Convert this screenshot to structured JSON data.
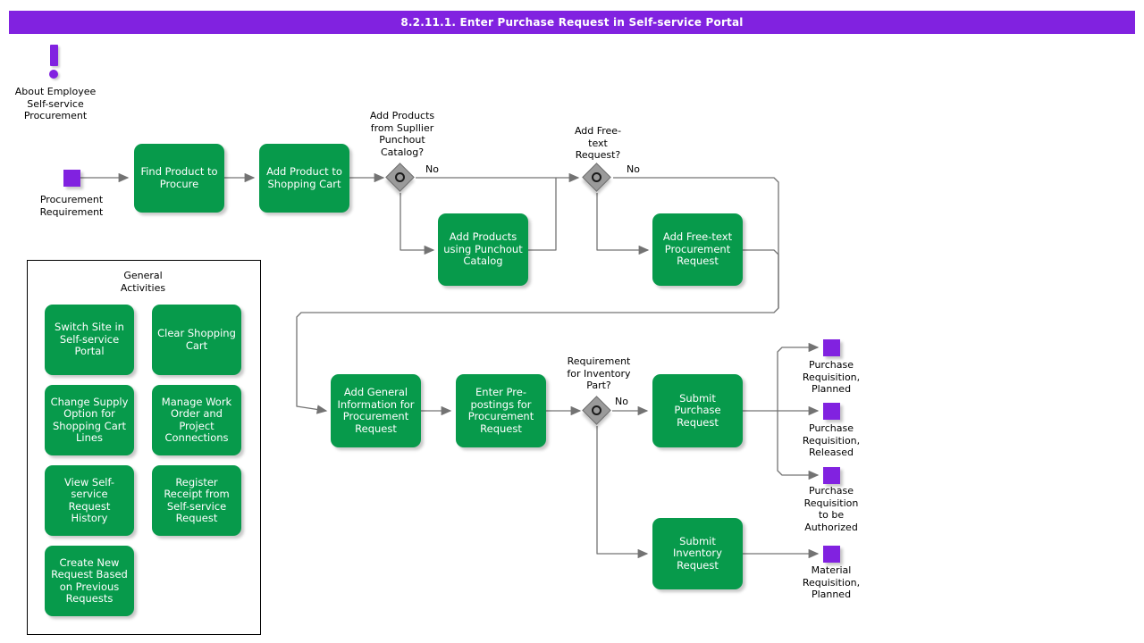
{
  "header": {
    "title": "8.2.11.1. Enter Purchase Request in Self-service Portal"
  },
  "colors": {
    "title_bar": "#8122e0",
    "task_green": "#079a4b",
    "event_purple": "#8122e0",
    "gateway_gray": "#9a9a9a",
    "connector": "#737373",
    "text_on_task": "#ffffff",
    "text_label": "#000000"
  },
  "note": {
    "icon": "exclamation-icon",
    "label": "About Employee\nSelf-service\nProcurement",
    "line1": "About Employee",
    "line2": "Self-service",
    "line3": "Procurement"
  },
  "events": {
    "start": {
      "label": "Procurement\nRequirement",
      "line1": "Procurement",
      "line2": "Requirement"
    },
    "end_pr_planned": {
      "line1": "Purchase",
      "line2": "Requisition,",
      "line3": "Planned"
    },
    "end_pr_released": {
      "line1": "Purchase",
      "line2": "Requisition,",
      "line3": "Released"
    },
    "end_pr_authorize": {
      "line1": "Purchase",
      "line2": "Requisition",
      "line3": "to be",
      "line4": "Authorized"
    },
    "end_mr_planned": {
      "line1": "Material",
      "line2": "Requisition,",
      "line3": "Planned"
    }
  },
  "tasks": {
    "find_product": "Find Product to Procure",
    "add_to_cart": "Add Product to Shopping Cart",
    "punchout": "Add Products using Punchout Catalog",
    "free_text": "Add Free-text Procurement Request",
    "general_info": "Add General Information for Procurement Request",
    "pre_postings": "Enter Pre-postings for Procurement Request",
    "submit_purchase": "Submit Purchase Request",
    "submit_inventory": "Submit Inventory Request"
  },
  "gateways": {
    "punchout_q": {
      "line1": "Add Products",
      "line2": "from Supllier",
      "line3": "Punchout",
      "line4": "Catalog?",
      "branch_no": "No"
    },
    "freetext_q": {
      "line1": "Add Free-",
      "line2": "text",
      "line3": "Request?",
      "branch_no": "No"
    },
    "inventory_q": {
      "line1": "Requirement",
      "line2": "for Inventory",
      "line3": "Part?",
      "branch_no": "No"
    }
  },
  "general_activities": {
    "title_line1": "General",
    "title_line2": "Activities",
    "items": [
      "Switch Site in Self-service Portal",
      "Clear Shopping Cart",
      "Change Supply Option for Shopping Cart Lines",
      "Manage Work Order and Project Connections",
      "View Self-service Request History",
      "Register Receipt from Self-service Request",
      "Create New Request Based on Previous Requests"
    ]
  }
}
